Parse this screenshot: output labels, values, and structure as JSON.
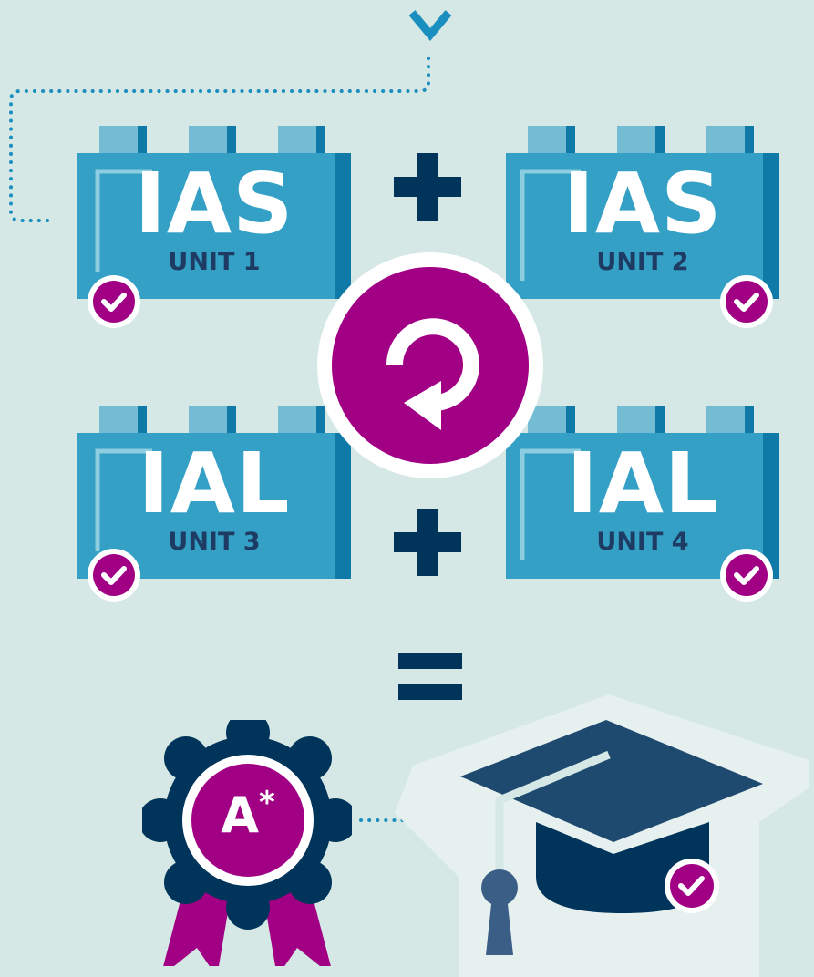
{
  "colors": {
    "background": "#d5e8e5",
    "brick_blue": "#35a0c5",
    "brick_dark": "#0f7aa8",
    "brick_stud": "#74bcd4",
    "navy": "#00345a",
    "text_navy": "#1e3c63",
    "magenta": "#a10084",
    "white": "#ffffff"
  },
  "units": [
    {
      "title": "IAS",
      "subtitle": "UNIT 1",
      "check_icon": "check-circle-icon"
    },
    {
      "title": "IAS",
      "subtitle": "UNIT 2",
      "check_icon": "check-circle-icon"
    },
    {
      "title": "IAL",
      "subtitle": "UNIT 3",
      "check_icon": "check-circle-icon"
    },
    {
      "title": "IAL",
      "subtitle": "UNIT 4",
      "check_icon": "check-circle-icon"
    }
  ],
  "icons": {
    "top_arrow": "chevron-down-icon",
    "plus": "plus-icon",
    "equals": "equals-icon",
    "resit": "circular-arrow-icon",
    "award": "rosette-ribbon-icon",
    "arrow": "dotted-arrow-right-icon",
    "graduation": "graduation-cap-icon"
  },
  "grade": {
    "letter": "A",
    "star": "*"
  }
}
